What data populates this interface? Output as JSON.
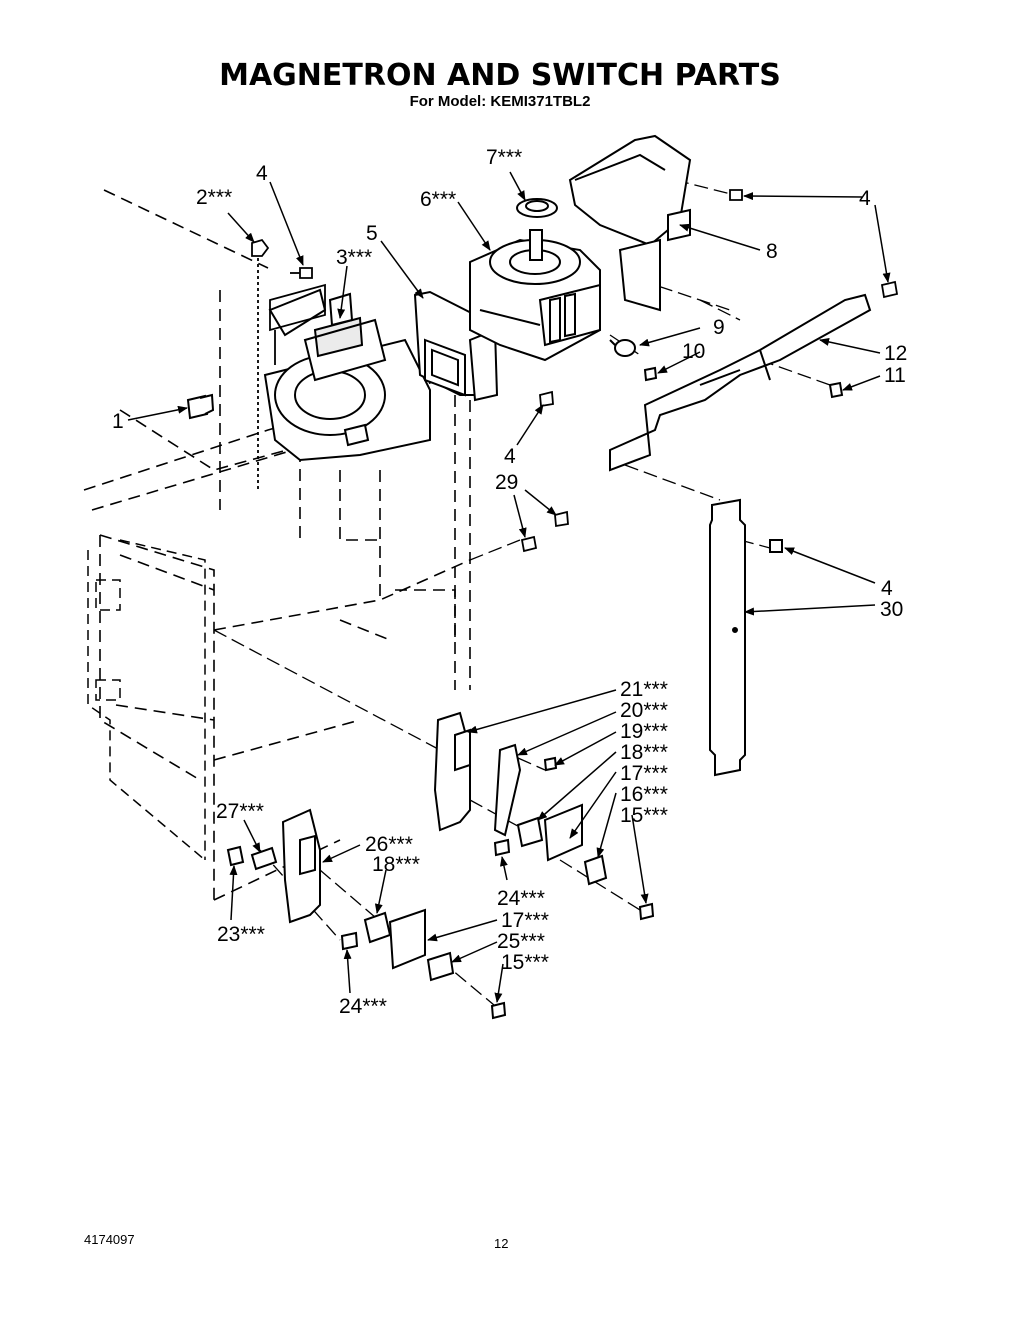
{
  "header": {
    "title": "MAGNETRON AND SWITCH PARTS",
    "subtitle": "For Model: KEMI371TBL2"
  },
  "callouts": [
    {
      "id": "c1",
      "label": "1"
    },
    {
      "id": "c2",
      "label": "2***"
    },
    {
      "id": "c3",
      "label": "3***"
    },
    {
      "id": "c4a",
      "label": "4"
    },
    {
      "id": "c5",
      "label": "5"
    },
    {
      "id": "c6",
      "label": "6***"
    },
    {
      "id": "c7",
      "label": "7***"
    },
    {
      "id": "c4b",
      "label": "4"
    },
    {
      "id": "c8",
      "label": "8"
    },
    {
      "id": "c9",
      "label": "9"
    },
    {
      "id": "c10",
      "label": "10"
    },
    {
      "id": "c12",
      "label": "12"
    },
    {
      "id": "c11",
      "label": "11"
    },
    {
      "id": "c4c",
      "label": "4"
    },
    {
      "id": "c29",
      "label": "29"
    },
    {
      "id": "c4d",
      "label": "4"
    },
    {
      "id": "c30",
      "label": "30"
    },
    {
      "id": "c21",
      "label": "21***"
    },
    {
      "id": "c20",
      "label": "20***"
    },
    {
      "id": "c19",
      "label": "19***"
    },
    {
      "id": "c18a",
      "label": "18***"
    },
    {
      "id": "c17a",
      "label": "17***"
    },
    {
      "id": "c16",
      "label": "16***"
    },
    {
      "id": "c15a",
      "label": "15***"
    },
    {
      "id": "c27",
      "label": "27***"
    },
    {
      "id": "c26",
      "label": "26***"
    },
    {
      "id": "c18b",
      "label": "18***"
    },
    {
      "id": "c24a",
      "label": "24***"
    },
    {
      "id": "c17b",
      "label": "17***"
    },
    {
      "id": "c23",
      "label": "23***"
    },
    {
      "id": "c25",
      "label": "25***"
    },
    {
      "id": "c15b",
      "label": "15***"
    },
    {
      "id": "c24b",
      "label": "24***"
    }
  ],
  "footer": {
    "doc_number": "4174097",
    "page_number": "12"
  }
}
